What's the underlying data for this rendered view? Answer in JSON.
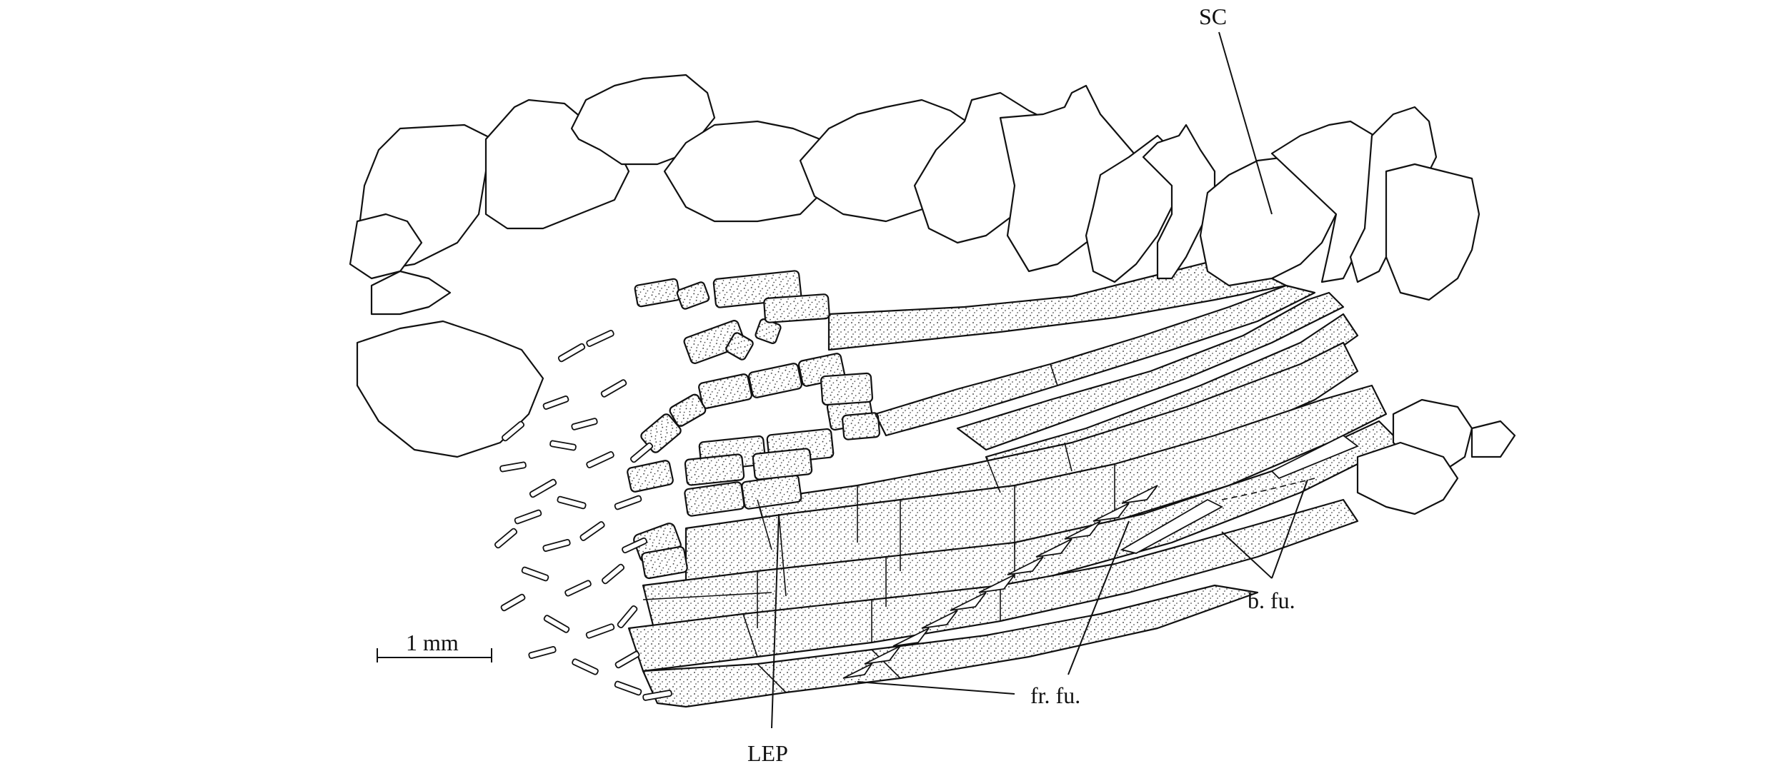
{
  "labels": {
    "scales": "SC",
    "lepidotrichia": "LEP",
    "basal_fulcra": "b. fu.",
    "fringing_fulcra": "fr. fu.",
    "scale_bar": "1 mm"
  }
}
